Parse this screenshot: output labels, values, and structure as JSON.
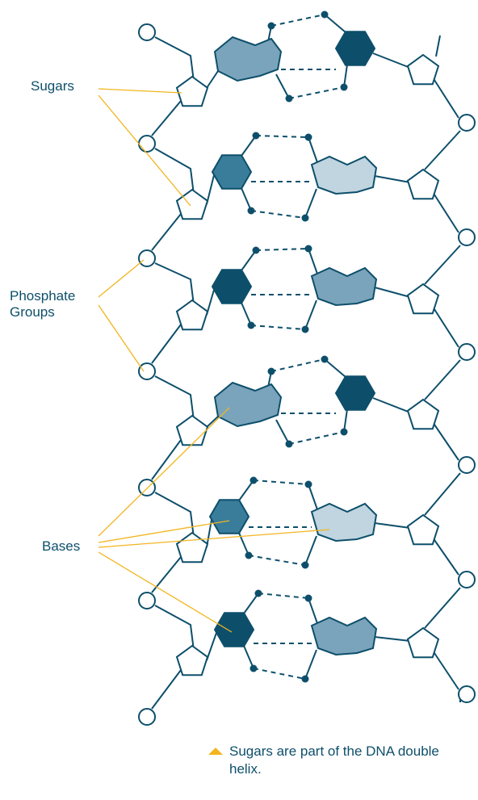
{
  "labels": {
    "sugars": "Sugars",
    "phosphate_groups": "Phosphate Groups",
    "bases": "Bases"
  },
  "caption": {
    "icon": "triangle-up-icon",
    "text": "Sugars are part of the DNA double helix."
  },
  "colors": {
    "stroke": "#0d4f6b",
    "leader": "#f2b51f",
    "dark_base": "#0d4f6b",
    "medium_base": "#3a7d9a",
    "steel_base": "#7aa4bb",
    "light_base": "#c0d5e0",
    "caption_triangle": "#f2b51f"
  }
}
